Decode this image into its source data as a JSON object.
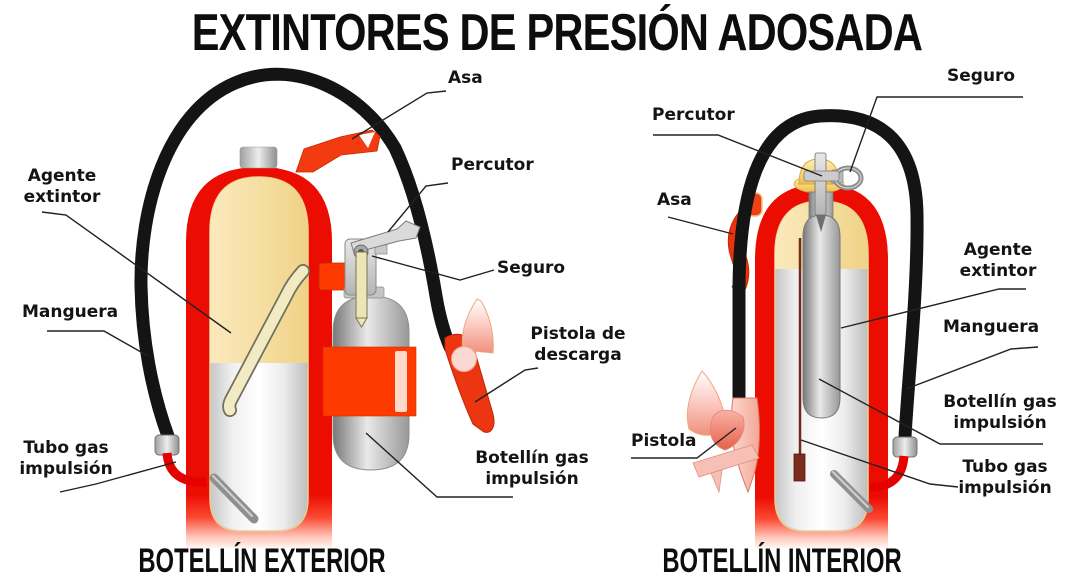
{
  "title": "EXTINTORES DE PRESIÓN ADOSADA",
  "exterior": {
    "caption": "BOTELLÍN EXTERIOR",
    "labels": {
      "agente": "Agente extintor",
      "manguera": "Manguera",
      "tubo": "Tubo gas impulsión",
      "asa": "Asa",
      "percutor": "Percutor",
      "seguro": "Seguro",
      "pistola": "Pistola de descarga",
      "botellin": "Botellín gas impulsión"
    }
  },
  "interior": {
    "caption": "BOTELLÍN INTERIOR",
    "labels": {
      "percutor": "Percutor",
      "seguro": "Seguro",
      "asa": "Asa",
      "agente": "Agente extintor",
      "manguera": "Manguera",
      "botellin": "Botellín gas impulsión",
      "tubo": "Tubo gas impulsión",
      "pistola": "Pistola"
    }
  },
  "colors": {
    "body_red": "#EC0D02",
    "agent_cream": "#F6DFA3",
    "hose_black": "#141414",
    "accent_orange": "#FF3A00",
    "bottle_gray": "#989898",
    "pistol_pink": "#F6B3A8",
    "leader_line": "#222222",
    "background": "#FFFFFF"
  }
}
